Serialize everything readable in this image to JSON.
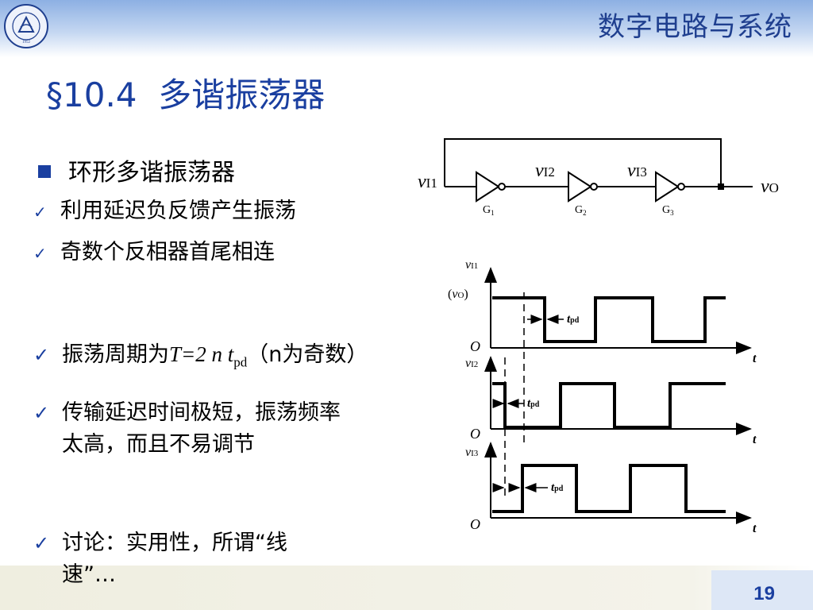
{
  "header": {
    "course_title": "数字电路与系统"
  },
  "slide": {
    "title": "§10.4  多谐振荡器",
    "main_bullet": "环形多谐振荡器",
    "checks_small": [
      "利用延迟负反馈产生振荡",
      "奇数个反相器首尾相连"
    ],
    "period_prefix": "振荡周期为",
    "period_formula": "T=2 n t",
    "period_sub": "pd",
    "period_suffix": "（n为奇数）",
    "delay_line1": "传输延迟时间极短，振荡频率",
    "delay_line2": "太高，而且不易调节",
    "discuss_line1": "讨论：实用性，所谓“线",
    "discuss_line2": "速”…"
  },
  "circuit": {
    "input_label": "vI1",
    "mid_label_1": "vI2",
    "mid_label_2": "vI3",
    "output_label": "vO",
    "gates": [
      "G1",
      "G2",
      "G3"
    ]
  },
  "waveform": {
    "trace_labels": [
      "vI1",
      "vI2",
      "vI3"
    ],
    "alt_label": "(vO)",
    "origin": "O",
    "time_axis": "t",
    "delay_label": "tpd"
  },
  "footer": {
    "page_number": "19"
  },
  "colors": {
    "accent": "#1a3fa0",
    "header_top": "#8db0e3",
    "footer_bg": "#efeee0"
  }
}
